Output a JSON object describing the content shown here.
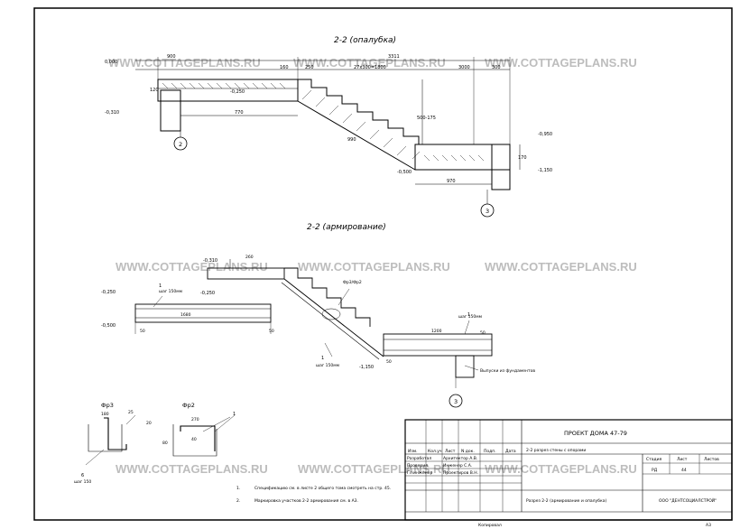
{
  "watermark": "WWW.COTTAGEPLANS.RU",
  "section_1": {
    "title": "2-2 (опалубка)",
    "dims": [
      "900",
      "120",
      "160",
      "250",
      "27х300=1800",
      "3311",
      "3000",
      "300",
      "770",
      "990",
      "970",
      "170",
      "500-175"
    ],
    "levels": [
      "0,000",
      "-0,250",
      "-0,310",
      "-0,500",
      "-0,950",
      "-1,150"
    ],
    "axes": [
      "2",
      "3"
    ]
  },
  "section_2": {
    "title": "2-2 (армирование)",
    "levels": [
      "-0,250",
      "-0,250",
      "-0,500",
      "-0,310",
      "-1,150"
    ],
    "labels": [
      "шаг 150мм",
      "шаг 150мм",
      "шаг 150мм",
      "Фр3/Фр2",
      "Выпуски из фундаментов",
      "1",
      "1",
      "1"
    ],
    "dims": [
      "1680",
      "1200",
      "260",
      "50",
      "50",
      "50",
      "50"
    ],
    "axes": [
      "3"
    ]
  },
  "details": {
    "fr3": {
      "title": "Фр3",
      "dims": [
        "180",
        "25",
        "20",
        "6"
      ]
    },
    "fr2": {
      "title": "Фр2",
      "dims": [
        "270",
        "80",
        "40"
      ]
    },
    "callout": "1",
    "step_label": "шаг 150"
  },
  "notes": [
    {
      "num": "1.",
      "text": "Спецификацию см. в листе 2 общего тома смотреть на стр. 45."
    },
    {
      "num": "2.",
      "text": "Маркировка участков 2-2 армирования см. в А3."
    }
  ],
  "title_block": {
    "project": "ПРОЕКТ ДОМА 47-79",
    "subtitle": "2-2 разрез стены с опорами",
    "sheet_name": "Разрез 2-2 (армирование и опалубка)",
    "company": "ООО \"ДЕНТСОЦИАЛСТРОЙ\"",
    "stage_label": "Стадия",
    "sheet_label": "Лист",
    "sheets_label": "Листов",
    "stage": "РД",
    "sheet": "44",
    "sheets": "",
    "header_cols": [
      "Изм.",
      "Кол.уч",
      "Лист",
      "N док.",
      "Подп.",
      "Дата"
    ],
    "roles": [
      {
        "role": "Разработал",
        "name": "Архитектор А.В."
      },
      {
        "role": "Проверил",
        "name": "Инженер С.А."
      },
      {
        "role": "Гл.инженер",
        "name": "Проектиров В.Н."
      }
    ],
    "copied": "Копировал",
    "format": "А3"
  }
}
